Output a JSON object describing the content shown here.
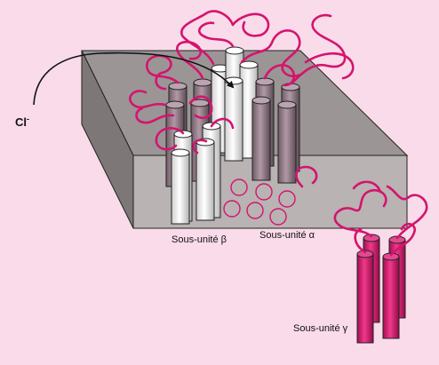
{
  "ion": {
    "symbol": "Cl",
    "charge": "-"
  },
  "labels": {
    "beta": "Sous-unité β",
    "alpha": "Sous-unité α",
    "gamma": "Sous-unité γ"
  },
  "colors": {
    "background": "#f9dbe9",
    "membrane_top": "#9b9595",
    "membrane_front": "#b9b3b3",
    "membrane_side": "#7d7777",
    "loop": "#d4146e",
    "beta_helix": "#e9e9e9",
    "alpha_helix": "#8f7a85",
    "gamma_helix": "#d9136b",
    "outline": "#222222"
  }
}
